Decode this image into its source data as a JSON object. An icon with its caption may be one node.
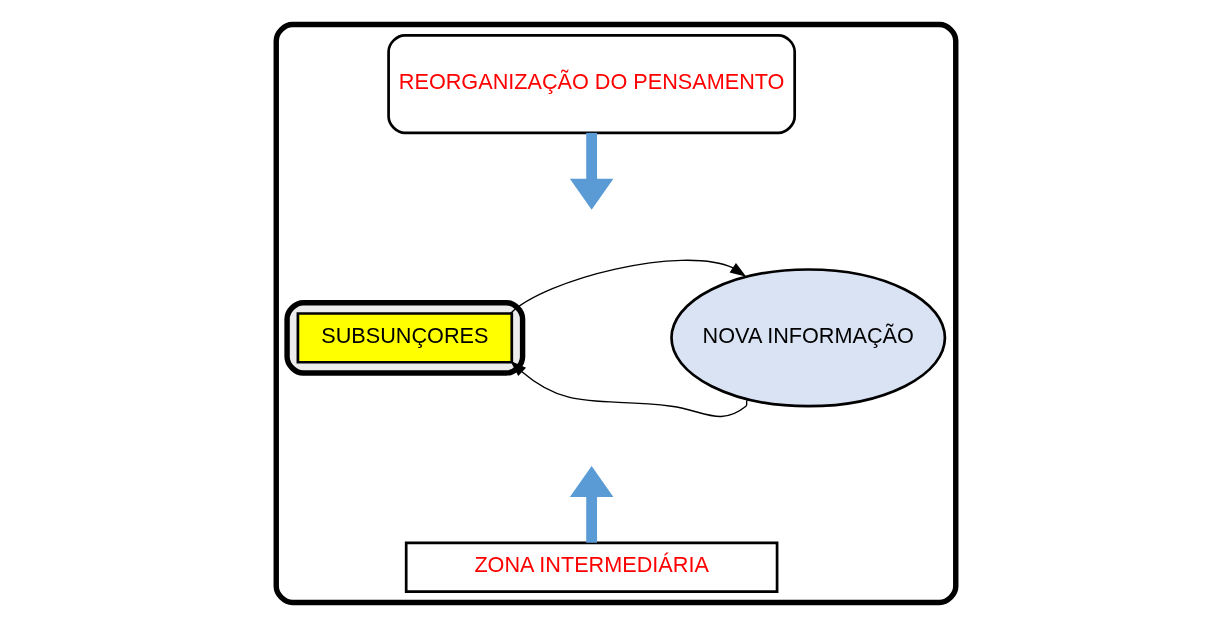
{
  "diagram": {
    "nodes": [
      {
        "text": [],
        "shape": "box"
      },
      {
        "text": [
          "REORGANIZAÇÃO DO PENSAMENTO"
        ],
        "in": 0
      },
      {
        "text": [],
        "shape": "ellipse",
        "in": 0
      },
      {
        "text": [
          "SUBSUNÇORES"
        ],
        "in": 2
      },
      {
        "text": [
          "NOVA INFORMAÇÃO"
        ],
        "in": 0
      },
      {
        "text": [
          "ZONA INTERMEDIÁRIA"
        ],
        "in": 0
      }
    ],
    "edges": [
      {
        "from": 1,
        "to": null,
        "arrow": "to",
        "style": "thick",
        "color": "#5b9bd5"
      },
      {
        "from": 5,
        "to": null,
        "arrow": "to",
        "style": "thick",
        "color": "#5b9bd5"
      },
      {
        "from": 3,
        "to": 4,
        "arrow": "to",
        "color": "#000000"
      },
      {
        "from": 4,
        "to": 3,
        "arrow": "to",
        "color": "#000000"
      }
    ]
  }
}
